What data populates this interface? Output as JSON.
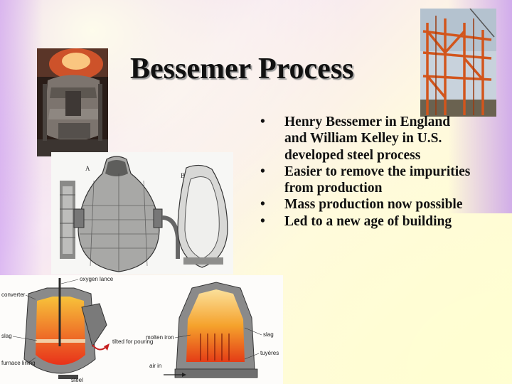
{
  "slide": {
    "title": "Bessemer Process",
    "bullet_symbol": "•",
    "bullets": [
      "Henry Bessemer in England and William Kelley in U.S. developed steel process",
      "Easier to remove the impurities from production",
      "Mass production now possible",
      "Led to a new age of building"
    ]
  },
  "images": {
    "converter_drawing": {
      "labels": [
        "A",
        "B"
      ]
    },
    "process_diagram": {
      "labels": {
        "oxygen_lance": "oxygen lance",
        "converter": "converter",
        "slag_left": "slag",
        "furnace_lining": "furnace lining",
        "steel": "steel",
        "tilted": "tilted for pouring",
        "molten_iron": "molten iron",
        "air_in": "air in",
        "slag_right": "slag",
        "tuyeres": "tuyères"
      }
    }
  },
  "colors": {
    "title_text": "#111111",
    "title_shadow": "#9e9e9e",
    "background_left": "#d8a8f0",
    "background_right": "#fffbd0",
    "molten_orange": "#f07a1a",
    "steel_frame": "#d2551c"
  }
}
